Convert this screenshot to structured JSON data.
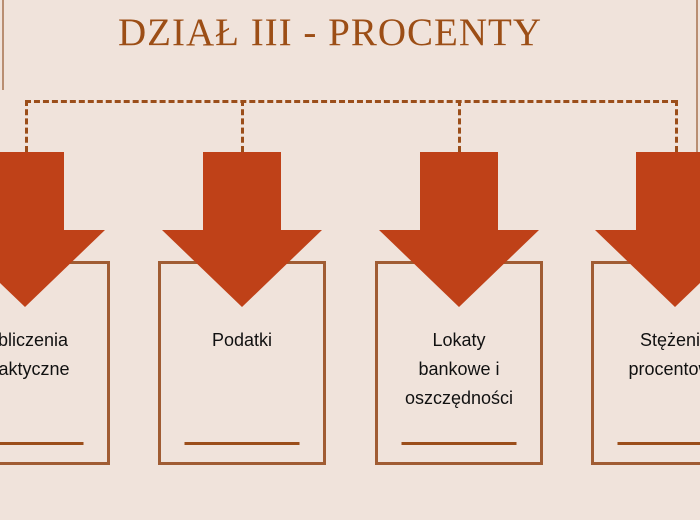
{
  "slide": {
    "title": "DZIAŁ III - PROCENTY",
    "background_color": "#F0E3DB",
    "accent_color": "#BF4118",
    "border_color": "#A05C33",
    "title_color": "#9C4E16",
    "connector_color": "#9B4E1A",
    "text_color": "#111111"
  },
  "connector": {
    "type": "dashed-bus",
    "drop_count": 4
  },
  "nodes": [
    {
      "id": "node-1",
      "label": "Obliczenia\npraktyczne",
      "arrow_name": "down-arrow-icon"
    },
    {
      "id": "node-2",
      "label": "Podatki",
      "arrow_name": "down-arrow-icon"
    },
    {
      "id": "node-3",
      "label": "Lokaty\nbankowe i\noszczędności",
      "arrow_name": "down-arrow-icon"
    },
    {
      "id": "node-4",
      "label": "Stężenie\nprocentowe",
      "arrow_name": "down-arrow-icon"
    }
  ]
}
